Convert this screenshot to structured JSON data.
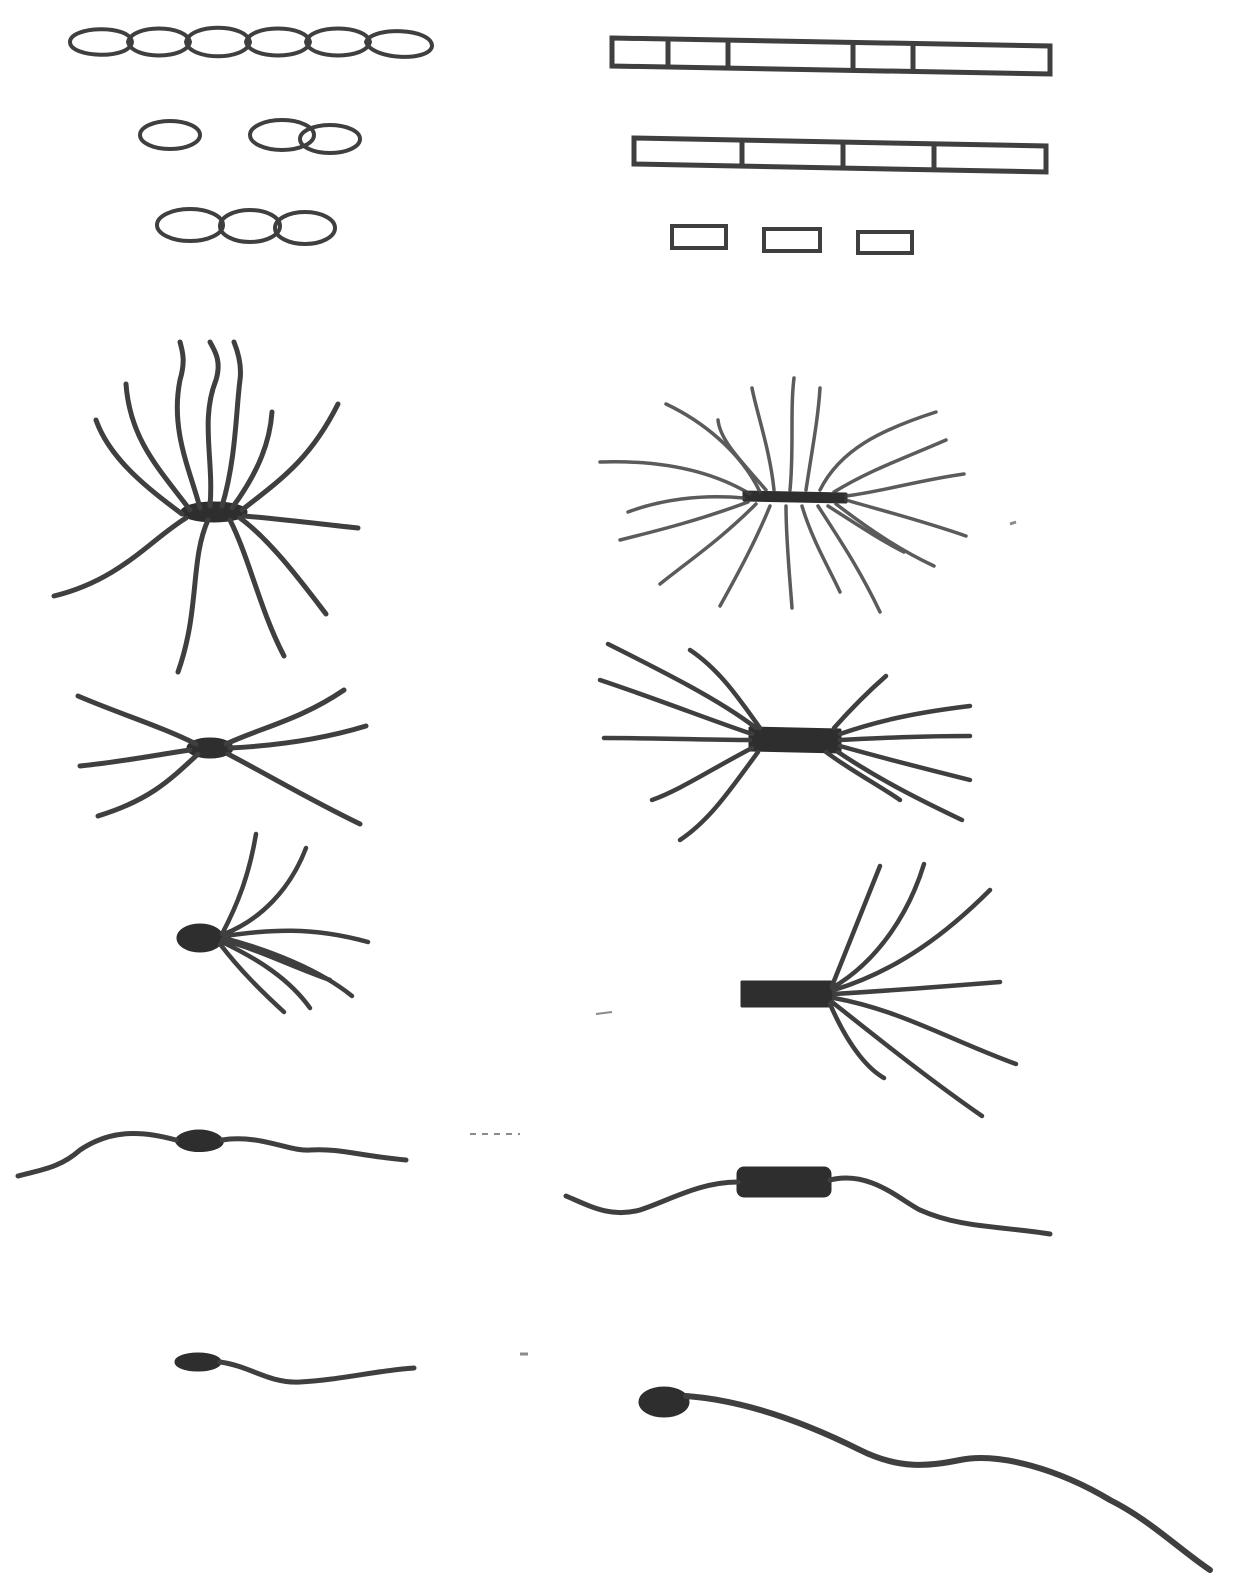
{
  "figure": {
    "ink_color": "#3f3f3f",
    "dark_ink_color": "#2e2e2e",
    "background": "#ffffff",
    "panels": [
      {
        "id": "streptococcus-chain",
        "form": "cocci-chain",
        "cell_count": 6
      },
      {
        "id": "diplococcus-pair",
        "form": "cocci-pair",
        "cell_count": 2
      },
      {
        "id": "short-cocci-chain",
        "form": "cocci-chain",
        "cell_count": 3
      },
      {
        "id": "bacillus-long-chain",
        "form": "rod-chain",
        "cell_count": 5
      },
      {
        "id": "bacillus-chain-2",
        "form": "rod-chain",
        "cell_count": 4
      },
      {
        "id": "separate-rods",
        "form": "rods",
        "cell_count": 3
      },
      {
        "id": "peritrichous-coccus",
        "form": "peritrichous",
        "flagella_count": 11
      },
      {
        "id": "peritrichous-rod",
        "form": "peritrichous",
        "flagella_count": 22
      },
      {
        "id": "peritrichous-small",
        "form": "peritrichous",
        "flagella_count": 6
      },
      {
        "id": "peritrichous-rod-2",
        "form": "peritrichous",
        "flagella_count": 12
      },
      {
        "id": "lophotrichous-coccus",
        "form": "lophotrichous",
        "flagella_count": 7
      },
      {
        "id": "lophotrichous-rod",
        "form": "lophotrichous",
        "flagella_count": 7
      },
      {
        "id": "amphitrichous-cell",
        "form": "amphitrichous",
        "flagella_count": 2
      },
      {
        "id": "amphitrichous-rod",
        "form": "amphitrichous",
        "flagella_count": 2
      },
      {
        "id": "monotrichous-small",
        "form": "monotrichous",
        "flagella_count": 1
      },
      {
        "id": "monotrichous-large",
        "form": "monotrichous",
        "flagella_count": 1
      }
    ]
  }
}
